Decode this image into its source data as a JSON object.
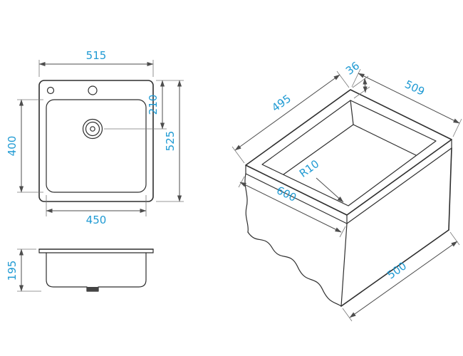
{
  "colors": {
    "dimension_text": "#1f9ad3",
    "line_dark": "#2e2e2e"
  },
  "plan_view": {
    "overall_width": "515",
    "overall_depth": "525",
    "bowl_width": "450",
    "bowl_depth": "400",
    "drain_offset": "210"
  },
  "side_view": {
    "bowl_height": "195"
  },
  "iso_view": {
    "edge_distance": "36",
    "cutout_length": "495",
    "cutout_width": "509",
    "worktop_depth": "600",
    "worktop_width": "500",
    "corner_radius": "R10"
  }
}
